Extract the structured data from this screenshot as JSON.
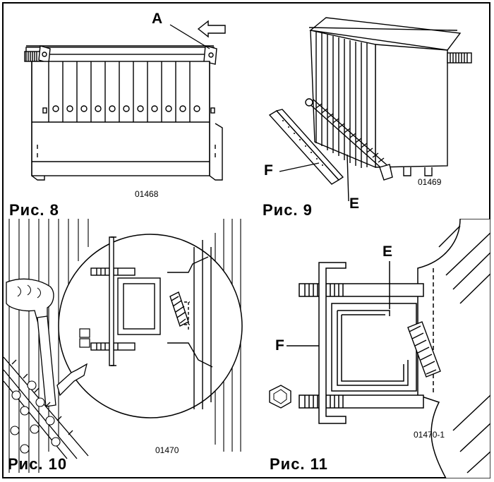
{
  "figures": [
    {
      "caption": "Рис.  8",
      "code": "01468",
      "labels": [
        "A"
      ]
    },
    {
      "caption": "Рис.  9",
      "code": "01469",
      "labels": [
        "F",
        "E"
      ]
    },
    {
      "caption": "Рис.  10",
      "code": "01470",
      "labels": []
    },
    {
      "caption": "Рис.  11",
      "code": "01470-1",
      "labels": [
        "E",
        "F"
      ]
    }
  ]
}
